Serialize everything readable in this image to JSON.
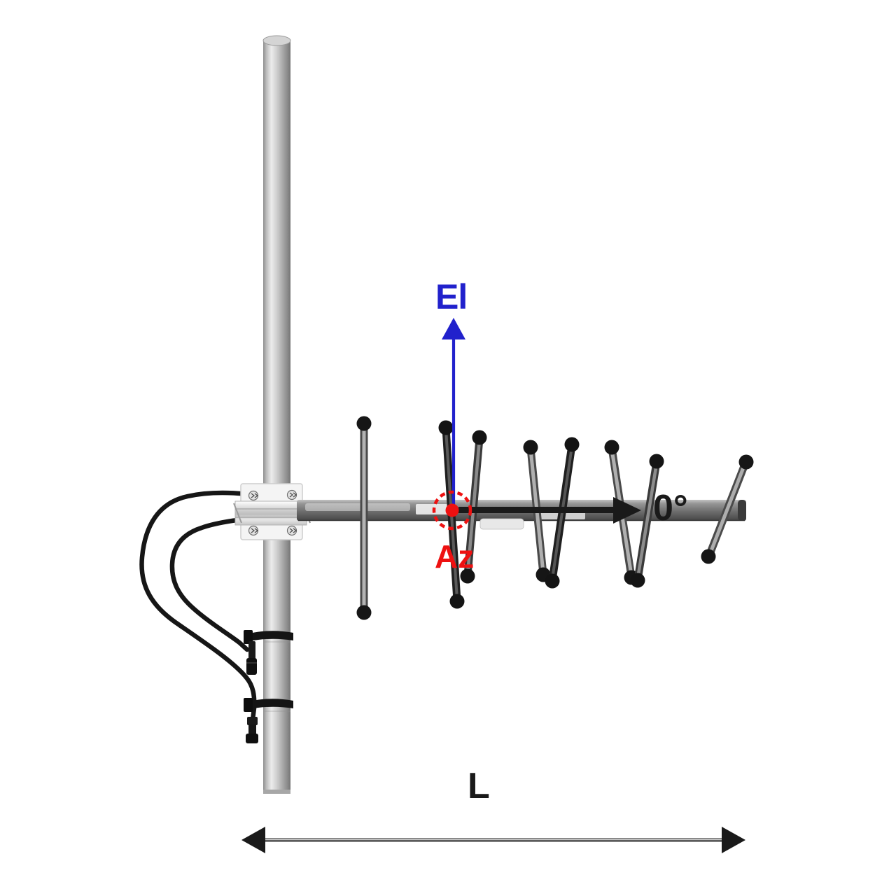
{
  "diagram": {
    "description": "Yagi antenna on mast with azimuth and elevation axes",
    "labels": {
      "elevation_axis": "El",
      "azimuth_axis": "Az",
      "boresight_angle": "0°",
      "boom_length": "L"
    },
    "colors": {
      "elevation-axis-color": "#2121cc",
      "azimuth-marker-color": "#ee1111",
      "annotation-color": "#1a1a1a"
    }
  }
}
